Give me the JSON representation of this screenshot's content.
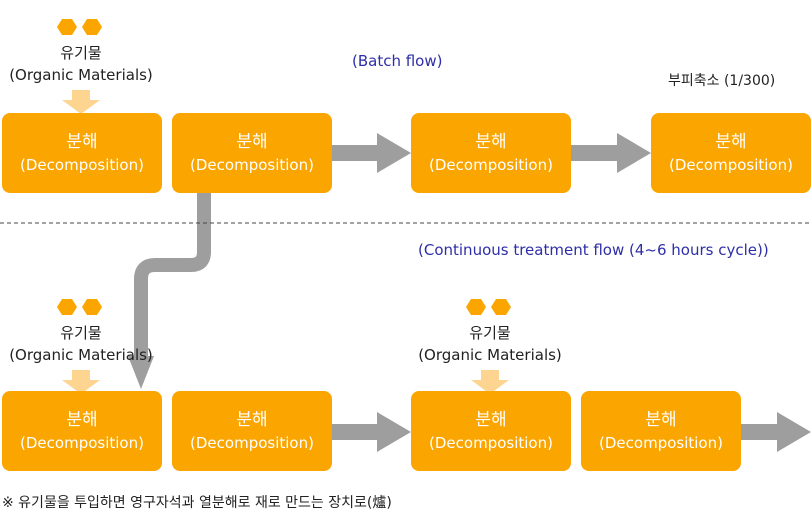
{
  "box": {
    "title": "분해",
    "subtitle": "(Decomposition)"
  },
  "material": {
    "title": "유기물",
    "subtitle": "(Organic Materials)"
  },
  "labels": {
    "batch_flow": "(Batch flow)",
    "scale": "부피축소 (1/300)",
    "continuous_flow": "(Continuous treatment flow (4~6 hours cycle))",
    "footnote": "※ 유기물을 투입하면 영구자석과 열분해로 재로 만드는 장치로(爐)"
  },
  "colors": {
    "box": "#FBA500",
    "hexagon": "#FBA500",
    "input_arrow": "#FDD591",
    "flow_arrow": "#9E9E9E",
    "divider": "#444444",
    "flow_label": "#2E2EA8"
  }
}
